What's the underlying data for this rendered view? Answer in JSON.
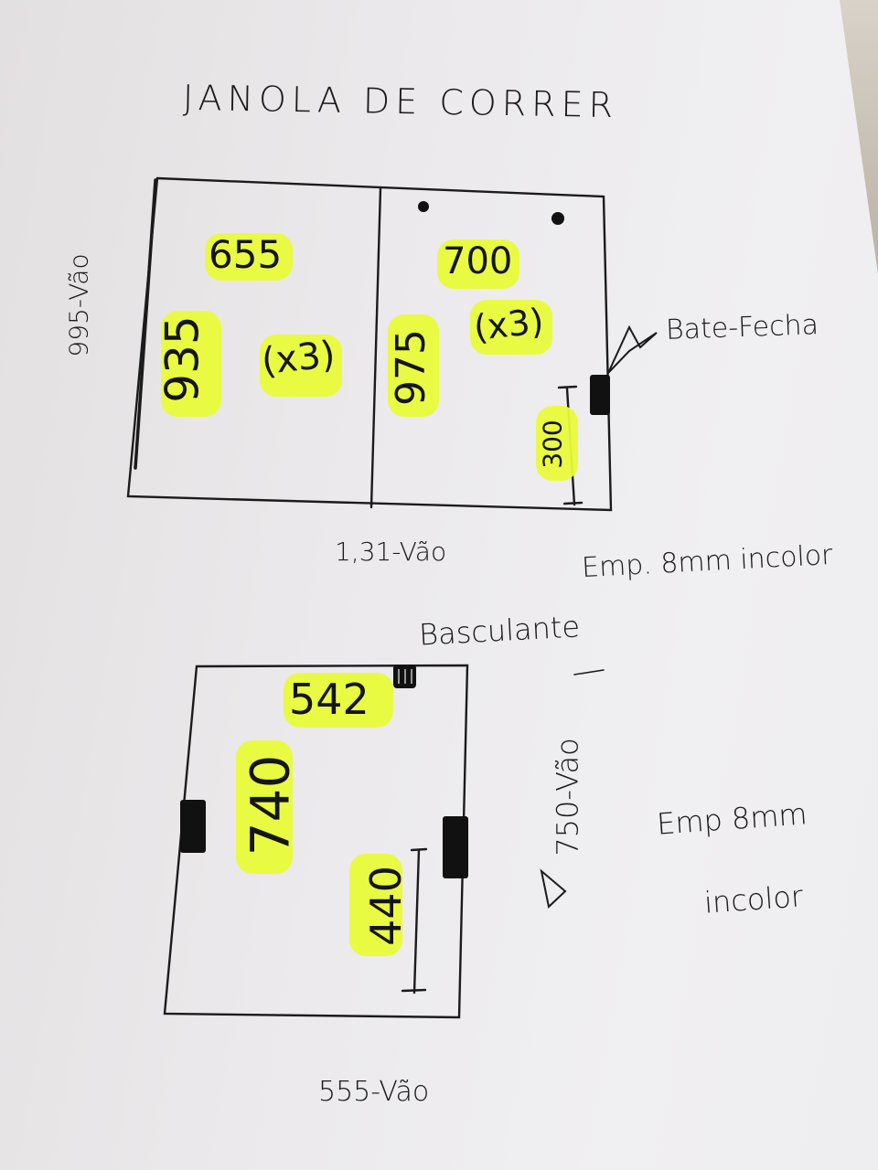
{
  "title": "JANOLA DE CORRER",
  "sliding_window": {
    "left_panel": {
      "width": "655",
      "height": "935",
      "qty": "(x3)"
    },
    "right_panel": {
      "width": "700",
      "height": "975",
      "qty": "(x3)",
      "latch_height": "300"
    },
    "height_note": "995-Vão",
    "width_note": "1,31-Vão",
    "latch_label": "Bate-Fecha",
    "glass_note": "Emp. 8mm incolor"
  },
  "tilt_window": {
    "label": "Basculante",
    "width": "542",
    "height": "740",
    "latch_height": "440",
    "height_note": "750-Vão",
    "width_note": "555-Vão",
    "glass_note_line1": "Emp 8mm",
    "glass_note_line2": "incolor"
  },
  "colors": {
    "ink": "#1a1a1a",
    "highlighter": "#e9fb3a",
    "paper": "#ecebed"
  }
}
